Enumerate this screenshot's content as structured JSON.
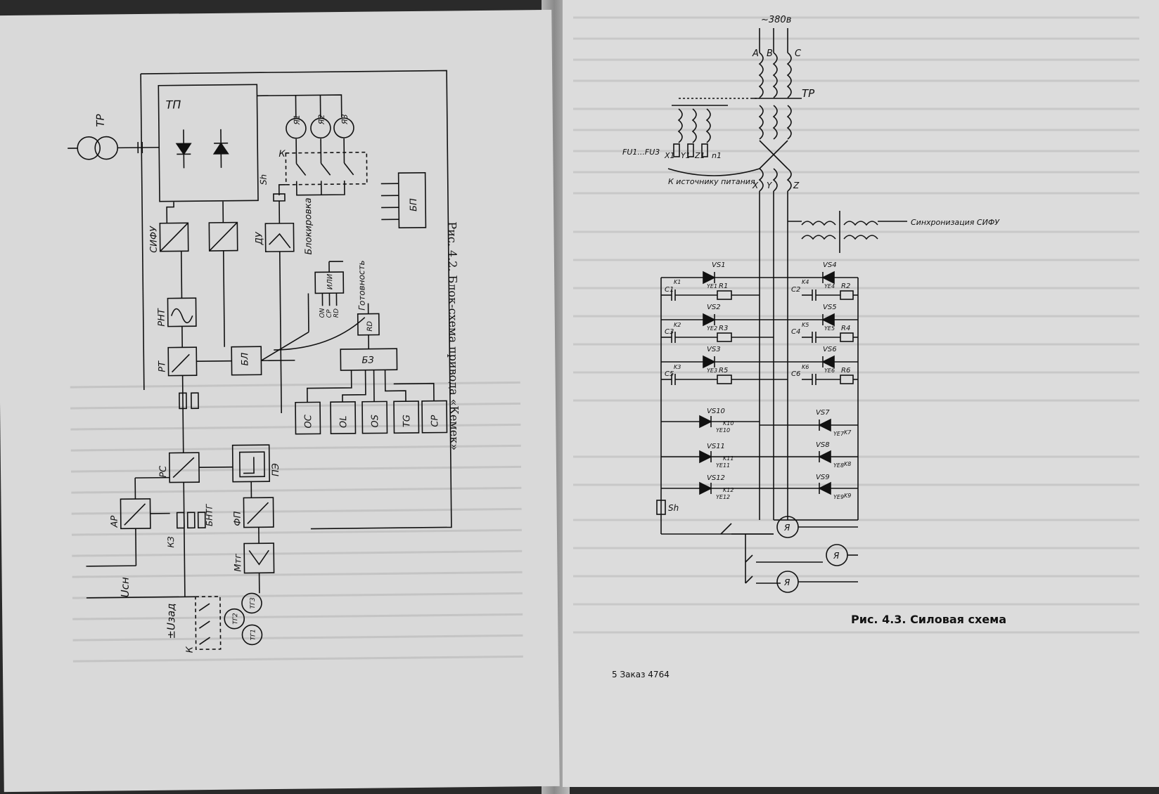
{
  "left_page": {
    "caption": "Рис. 4.2. Блок-схема привода «Кемек»",
    "labels": {
      "tr": "ТР",
      "tp": "ТП",
      "ya1": "Я1",
      "ya2": "Я2",
      "ya3": "Я3",
      "k": "К",
      "sh": "Sh",
      "du": "ДУ",
      "bp": "БП",
      "blokirovka": "Блокировка",
      "sifu": "СИФУ",
      "rnt": "РНТ",
      "rt": "РТ",
      "bl": "БЛ",
      "ili": "ИЛИ",
      "gotovnost": "Готовность",
      "rd": "RD",
      "bz": "БЗ",
      "oc": "ОС",
      "ol": "OL",
      "os": "OS",
      "tg": "TG",
      "cp": "CP",
      "pe": "ПЭ",
      "rs": "PC",
      "ar": "AP",
      "bntg": "БНТГ",
      "fp": "ФП",
      "mtg": "Мтг",
      "kz": "КЗ",
      "ucn": "Uсн",
      "uzad": "±Uзад",
      "tg1": "ТГ1",
      "tg2": "ТГ2",
      "tg3": "ТГ3",
      "in_on": "ON",
      "in_cp": "CP",
      "in_rd": "RD"
    }
  },
  "right_page": {
    "caption": "Рис. 4.3. Силовая схема",
    "footer": "5  Заказ  4764",
    "labels": {
      "supply": "~380в",
      "a": "А",
      "b": "В",
      "c": "С",
      "tp": "ТР",
      "x1": "X1",
      "y1": "Y1",
      "z1": "Z1",
      "n1": "n1",
      "fuses": "FU1...FU3",
      "power_src": "К источнику питания",
      "x": "X",
      "y": "Y",
      "z": "Z",
      "sync": "Синхронизация СИФУ",
      "vs1": "VS1",
      "vs2": "VS2",
      "vs3": "VS3",
      "vs4": "VS4",
      "vs5": "VS5",
      "vs6": "VS6",
      "vs7": "VS7",
      "vs8": "VS8",
      "vs9": "VS9",
      "vs10": "VS10",
      "vs11": "VS11",
      "vs12": "VS12",
      "ye1": "YE1",
      "ye2": "YE2",
      "ye3": "YE3",
      "ye4": "YE4",
      "ye5": "YE5",
      "ye6": "YE6",
      "ye7": "YE7",
      "ye8": "YE8",
      "ye9": "YE9",
      "ye10": "YE10",
      "ye11": "YE11",
      "ye12": "YE12",
      "k1": "K1",
      "k2": "K2",
      "k3": "K3",
      "k4": "K4",
      "k5": "K5",
      "k6": "K6",
      "k7": "K7",
      "k8": "K8",
      "k9": "K9",
      "k10": "K10",
      "k11": "K11",
      "k12": "K12",
      "c1": "C1",
      "c2": "C2",
      "c3": "C3",
      "c4": "C4",
      "c5": "C5",
      "c6": "C6",
      "r1": "R1",
      "r2": "R2",
      "r3": "R3",
      "r4": "R4",
      "r5": "R5",
      "r6": "R6",
      "sh": "Sh",
      "m1": "Я",
      "m2": "Я",
      "m3": "Я"
    }
  },
  "colors": {
    "paper": "#d9d9d9",
    "ink": "#111111",
    "ghost_text": "#b8b8b8"
  }
}
